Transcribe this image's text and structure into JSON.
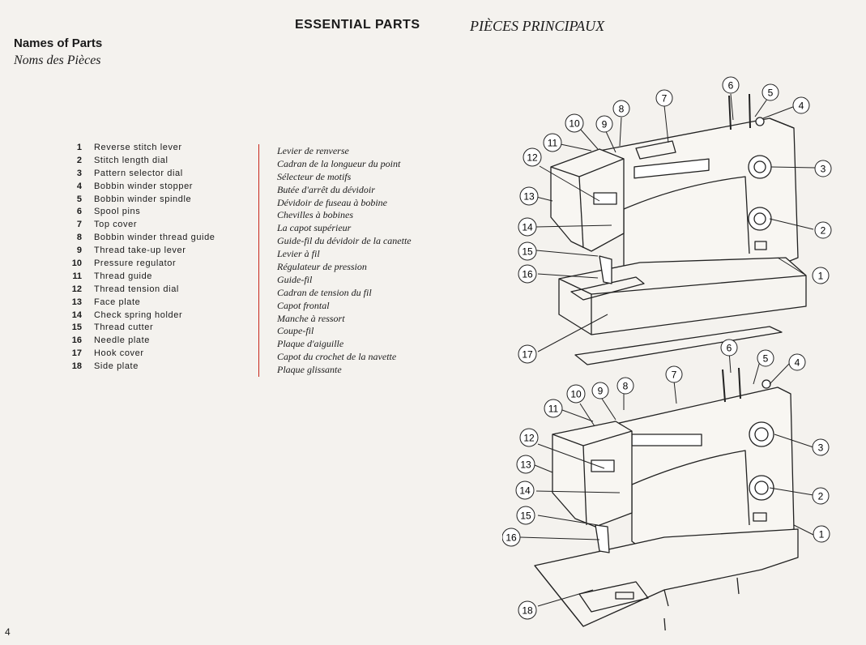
{
  "header": {
    "title_en": "ESSENTIAL PARTS",
    "title_fr": "PIÈCES PRINCIPAUX"
  },
  "section": {
    "title_en": "Names of Parts",
    "title_fr": "Noms des Pièces"
  },
  "parts": [
    {
      "num": "1",
      "en": "Reverse stitch lever",
      "fr": "Levier de renverse"
    },
    {
      "num": "2",
      "en": "Stitch length dial",
      "fr": "Cadran de la longueur du point"
    },
    {
      "num": "3",
      "en": "Pattern selector dial",
      "fr": "Sélecteur de motifs"
    },
    {
      "num": "4",
      "en": "Bobbin winder stopper",
      "fr": "Butée d'arrêt du dévidoir"
    },
    {
      "num": "5",
      "en": "Bobbin winder spindle",
      "fr": "Dévidoir de fuseau à bobine"
    },
    {
      "num": "6",
      "en": "Spool pins",
      "fr": "Chevilles à bobines"
    },
    {
      "num": "7",
      "en": "Top cover",
      "fr": "La capot supérieur"
    },
    {
      "num": "8",
      "en": "Bobbin winder thread guide",
      "fr": "Guide-fil du dévidoir de la canette"
    },
    {
      "num": "9",
      "en": "Thread take-up lever",
      "fr": "Levier à fil"
    },
    {
      "num": "10",
      "en": "Pressure regulator",
      "fr": "Régulateur de pression"
    },
    {
      "num": "11",
      "en": "Thread guide",
      "fr": "Guide-fil"
    },
    {
      "num": "12",
      "en": "Thread tension dial",
      "fr": "Cadran de tension du fil"
    },
    {
      "num": "13",
      "en": "Face plate",
      "fr": "Capot frontal"
    },
    {
      "num": "14",
      "en": "Check spring holder",
      "fr": "Manche à ressort"
    },
    {
      "num": "15",
      "en": "Thread cutter",
      "fr": "Coupe-fil"
    },
    {
      "num": "16",
      "en": "Needle plate",
      "fr": "Plaque d'aiguille"
    },
    {
      "num": "17",
      "en": "Hook cover",
      "fr": "Capot du crochet de la navette"
    },
    {
      "num": "18",
      "en": "Side plate",
      "fr": "Plaque glissante"
    }
  ],
  "diagram_top_callouts": [
    "1",
    "2",
    "3",
    "4",
    "5",
    "6",
    "7",
    "8",
    "9",
    "10",
    "11",
    "12",
    "13",
    "14",
    "15",
    "16",
    "17"
  ],
  "diagram_bottom_callouts": [
    "1",
    "2",
    "3",
    "4",
    "5",
    "6",
    "7",
    "8",
    "9",
    "10",
    "11",
    "12",
    "13",
    "14",
    "15",
    "16",
    "18"
  ],
  "page_number": "4"
}
